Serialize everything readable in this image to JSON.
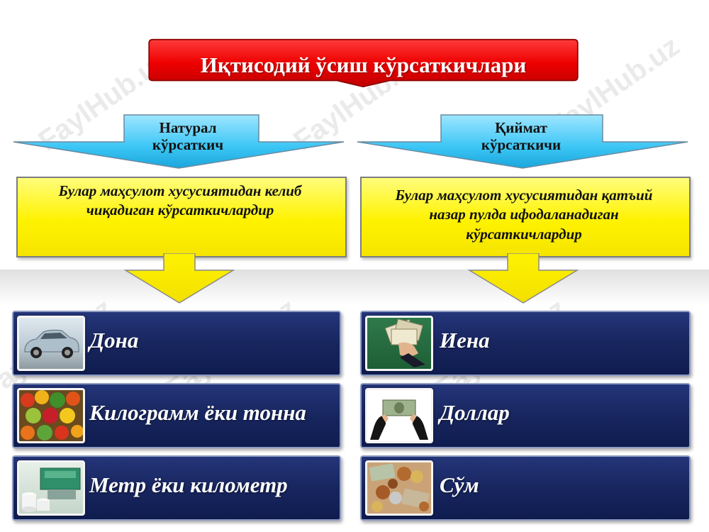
{
  "title": "Иқтисодий ўсиш кўрсаткичлари",
  "left": {
    "header": [
      "Натурал",
      "кўрсаткич"
    ],
    "description": [
      "Булар маҳсулот хусусиятидан келиб",
      "чиқадиган кўрсаткичлардир"
    ],
    "items": [
      {
        "label": "Дона",
        "icon": "car-icon"
      },
      {
        "label": "Килограмм ёки тонна",
        "icon": "fruits-icon"
      },
      {
        "label": "Метр ёки километр",
        "icon": "textile-machine-icon"
      }
    ]
  },
  "right": {
    "header": [
      "Қиймат",
      "кўрсаткичи"
    ],
    "description": [
      "Булар маҳсулот хусусиятидан  қатъий",
      "назар пулда ифодаланадиган",
      "кўрсаткичлардир"
    ],
    "items": [
      {
        "label": "Иена",
        "icon": "yen-banknotes-icon"
      },
      {
        "label": "Доллар",
        "icon": "dollar-banknote-icon"
      },
      {
        "label": "Сўм",
        "icon": "coins-icon"
      }
    ]
  },
  "colors": {
    "title": "#e60000",
    "header_arrow": "#3cc6f5",
    "description_box": "#fff200",
    "item_row": "#18265f"
  }
}
